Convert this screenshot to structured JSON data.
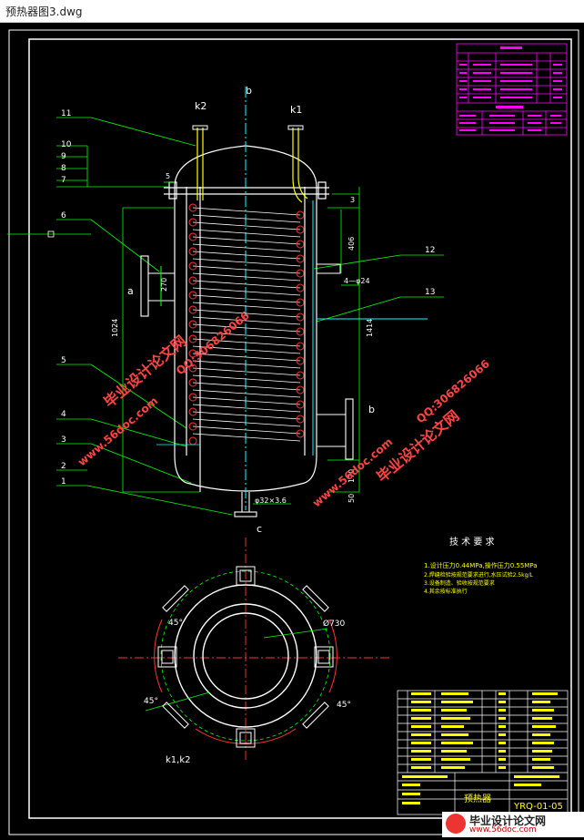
{
  "window": {
    "title": "预热器图3.dwg"
  },
  "labels": {
    "b_top": "b",
    "k2": "k2",
    "k1": "k1",
    "p11": "11",
    "p10": "10",
    "p9": "9",
    "p8": "8",
    "p7": "7",
    "p6": "6",
    "p5": "5",
    "p4": "4",
    "p3": "3",
    "p2": "2",
    "p1": "1",
    "p12": "12",
    "p13": "13",
    "a": "a",
    "b_side": "b",
    "c": "c",
    "d5": "5",
    "d3": "3",
    "d1024": "1024",
    "d1414": "1414",
    "d406": "406",
    "d4phi24": "4—φ24",
    "d270": "270",
    "d170": "170",
    "d50": "50",
    "d32": "φ32×3.6",
    "dphi730": "Ø730",
    "a45a": "45°",
    "a45b": "45°",
    "a45c": "45°",
    "k1k2": "k1,k2"
  },
  "tech": {
    "heading": "技 术 要 求",
    "lines": [
      "1.设计压力0.44MPa,操作压力0.55MPa",
      "2.焊缝检验按规范要求进行,水压试验2.5kg/L",
      "3.设备制造、验收按规范要求",
      "4.其余按标准执行"
    ]
  },
  "titleblock": {
    "drawing_no": "YRQ-01-05",
    "name": "预热器"
  },
  "watermarks": {
    "brand": "毕业设计论文网",
    "qq": "QQ:306826066",
    "site": "www.56doc.com"
  },
  "footer": {
    "brand": "毕业设计论文网",
    "url": "www.56doc.com"
  }
}
